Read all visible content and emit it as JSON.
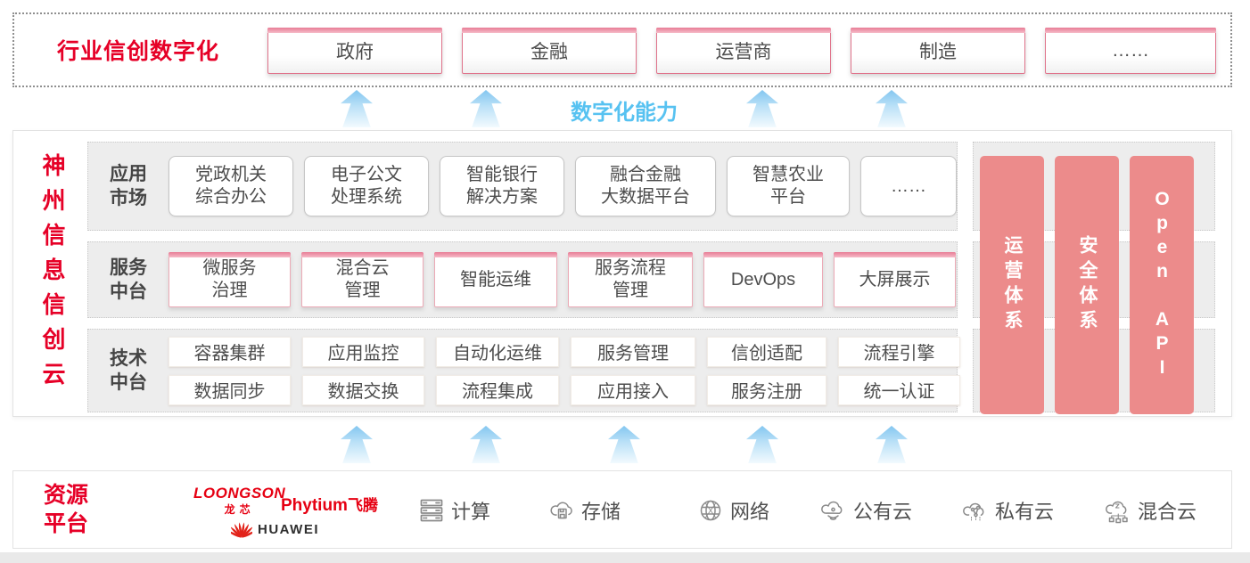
{
  "colors": {
    "accent_red": "#e60027",
    "pillar_pink": "#ec8b8b",
    "capability_blue": "#57c2f1",
    "band_gray": "#ededed"
  },
  "top_banner": {
    "title": "行业信创数字化",
    "industries": [
      "政府",
      "金融",
      "运营商",
      "制造",
      "……"
    ]
  },
  "capability": {
    "label": "数字化能力"
  },
  "platform": {
    "title": "神州信息信创云",
    "rows": [
      {
        "label": "应用\n市场",
        "items": [
          "党政机关\n综合办公",
          "电子公文\n处理系统",
          "智能银行\n解决方案",
          "融合金融\n大数据平台",
          "智慧农业\n平台",
          "……"
        ]
      },
      {
        "label": "服务\n中台",
        "items": [
          "微服务\n治理",
          "混合云\n管理",
          "智能运维",
          "服务流程\n管理",
          "DevOps",
          "大屏展示"
        ]
      },
      {
        "label": "技术\n中台",
        "items_top": [
          "容器集群",
          "应用监控",
          "自动化运维",
          "服务管理",
          "信创适配",
          "流程引擎"
        ],
        "items_bottom": [
          "数据同步",
          "数据交换",
          "流程集成",
          "应用接入",
          "服务注册",
          "统一认证"
        ]
      }
    ],
    "pillars": [
      "运营体系",
      "安全体系",
      "Open API"
    ]
  },
  "resources": {
    "label": "资源\n平台",
    "vendors": {
      "loongson_en": "LOONGSON",
      "loongson_cn": "龙芯",
      "phytium_en": "Phytium",
      "phytium_cn": "飞腾",
      "huawei": "HUAWEI"
    },
    "items": [
      {
        "icon": "compute-icon",
        "label": "计算"
      },
      {
        "icon": "storage-icon",
        "label": "存储"
      },
      {
        "icon": "network-icon",
        "label": "网络"
      },
      {
        "icon": "public-cloud-icon",
        "label": "公有云"
      },
      {
        "icon": "private-cloud-icon",
        "label": "私有云"
      },
      {
        "icon": "hybrid-cloud-icon",
        "label": "混合云"
      }
    ]
  }
}
